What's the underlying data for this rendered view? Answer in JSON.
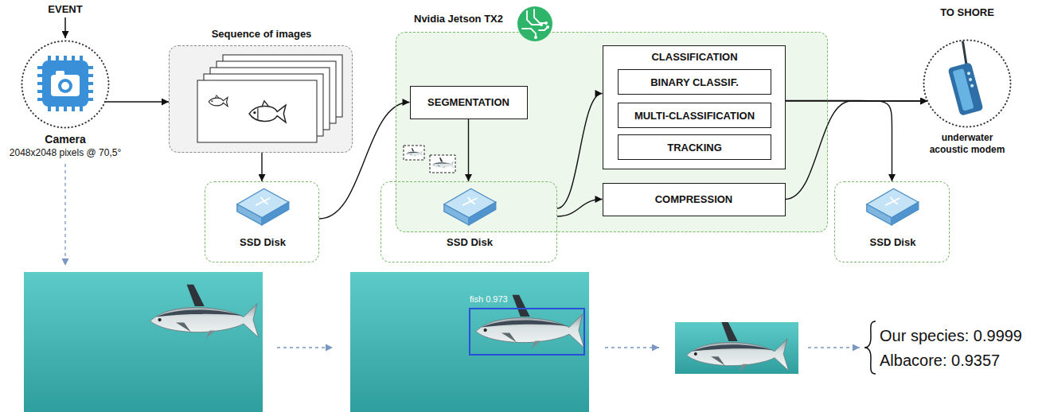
{
  "diagram": {
    "nodes": [
      {
        "text": [
          "Camera",
          "2048x2048 pixels @ 70,5°"
        ]
      },
      {
        "text": [
          "Sequence of images"
        ]
      },
      {
        "text": [
          "SSD Disk"
        ]
      },
      {
        "text": [
          "Nvidia Jetson TX2"
        ]
      },
      {
        "text": [
          "SEGMENTATION"
        ],
        "in": 3
      },
      {
        "text": [
          "CLASSIFICATION"
        ],
        "in": 3
      },
      {
        "text": [
          "BINARY CLASSIF."
        ],
        "in": 5
      },
      {
        "text": [
          "MULTI-CLASSIFICATION"
        ],
        "in": 5
      },
      {
        "text": [
          "TRACKING"
        ],
        "in": 5
      },
      {
        "text": [
          "SSD Disk"
        ]
      },
      {
        "text": [
          "COMPRESSION"
        ],
        "in": 3
      },
      {
        "text": [
          "TO SHORE",
          "underwater acoustic modem"
        ]
      },
      {
        "text": [
          "SSD Disk"
        ]
      }
    ],
    "edges": [
      {
        "from": 0,
        "to": 1,
        "arrow": "to"
      },
      {
        "from": 1,
        "to": 2,
        "arrow": "to"
      },
      {
        "from": 2,
        "to": 4,
        "arrow": "to"
      },
      {
        "from": 4,
        "to": 9,
        "arrow": "to"
      },
      {
        "from": 9,
        "to": 5,
        "arrow": "to"
      },
      {
        "from": 9,
        "to": 10,
        "arrow": "to"
      },
      {
        "from": 5,
        "to": 11,
        "arrow": "to"
      },
      {
        "from": 5,
        "to": 12,
        "arrow": "to"
      },
      {
        "from": 10,
        "to": 11,
        "arrow": "to"
      }
    ],
    "labels": [
      "EVENT",
      "fish 0.973",
      "Our species: 0.9999",
      "Albacore: 0.9357"
    ]
  }
}
